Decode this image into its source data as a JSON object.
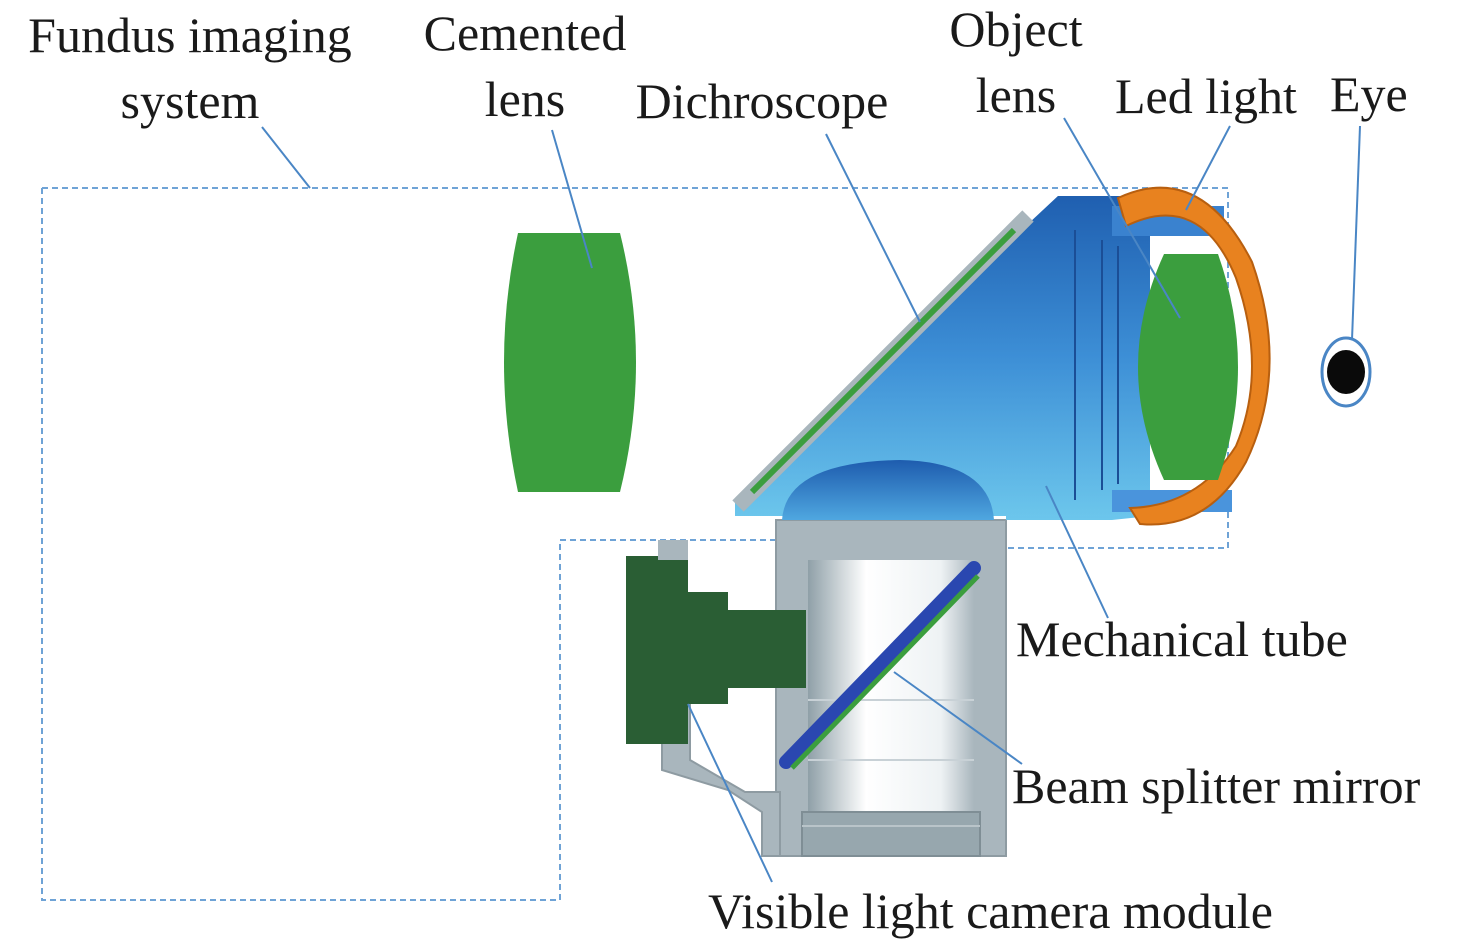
{
  "labels": {
    "fundus_line1": "Fundus imaging",
    "fundus_line2": "system",
    "cemented_line1": "Cemented",
    "cemented_line2": "lens",
    "dichroscope": "Dichroscope",
    "object_line1": "Object",
    "object_line2": "lens",
    "led_light": "Led light",
    "eye": "Eye",
    "mechanical_tube": "Mechanical tube",
    "beam_splitter": "Beam splitter mirror",
    "camera_module": "Visible light camera module"
  },
  "colors": {
    "lens_green": "#3b9e3e",
    "camera_dark_green": "#2a5e34",
    "tube_blue_dark": "#1f5fb0",
    "tube_blue_light": "#5cc0e8",
    "housing_gray": "#a9b6bd",
    "led_orange": "#e8821f",
    "leader_blue": "#4a86c5",
    "mirror_blue": "#2a47b0"
  }
}
